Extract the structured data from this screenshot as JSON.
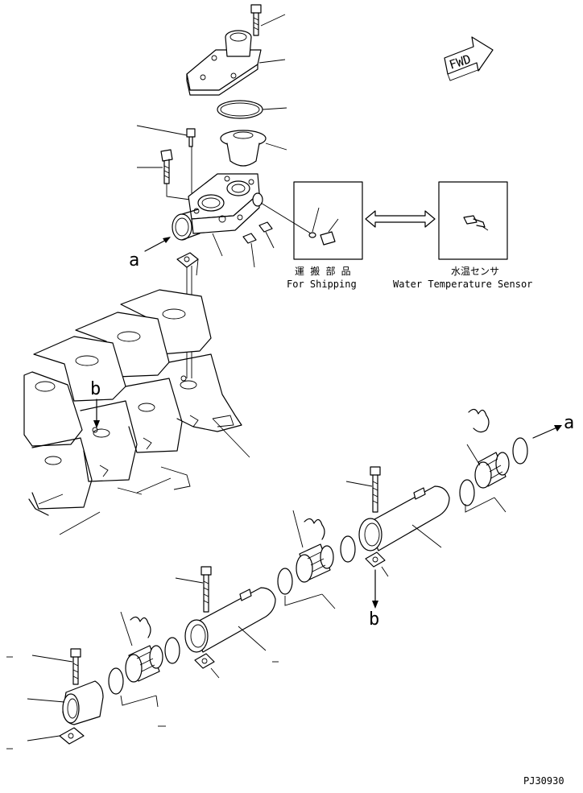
{
  "labels": {
    "fwd": "FWD",
    "shipping_jp": "運 搬 部 品",
    "shipping_en": "For Shipping",
    "sensor_jp": "水温センサ",
    "sensor_en": "Water Temperature Sensor",
    "ref_a_top": "a",
    "ref_a_right": "a",
    "ref_b_left": "b",
    "ref_b_bottom": "b",
    "drawing_number": "PJ30930"
  }
}
